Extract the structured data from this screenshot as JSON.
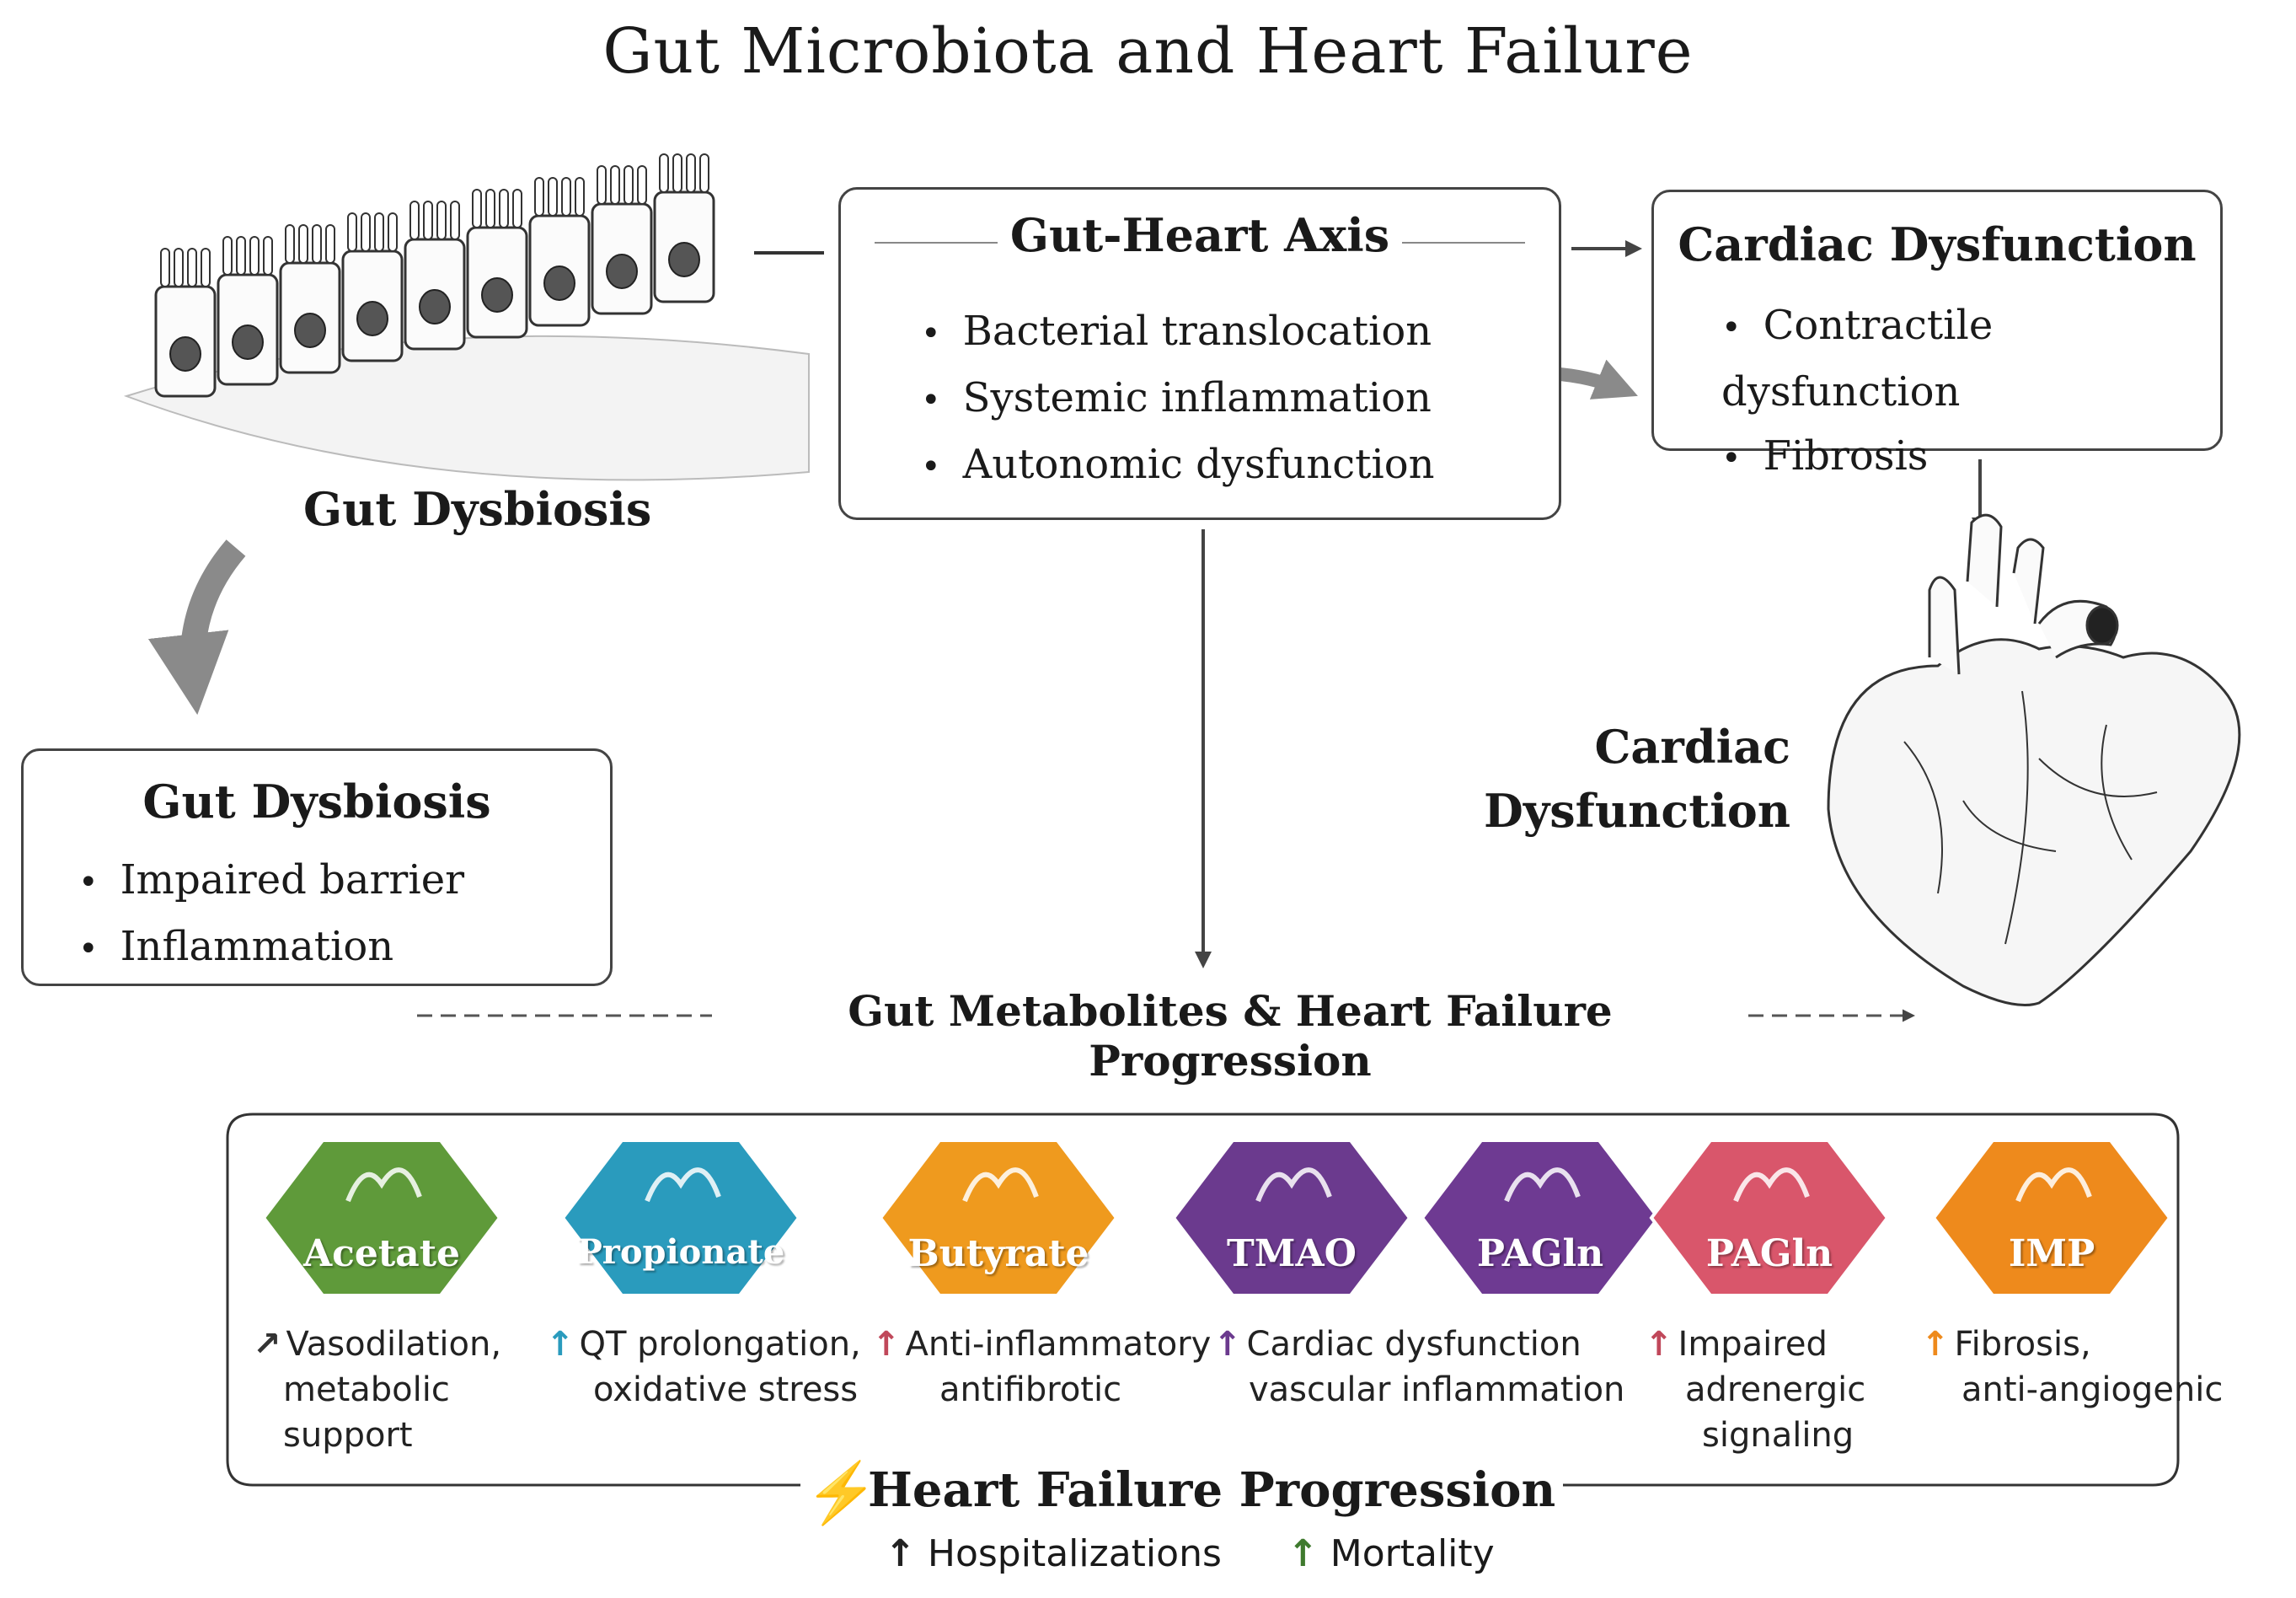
{
  "title": "Gut Microbiota and Heart Failure",
  "gut_illustration_label": "Gut Dysbiosis",
  "axis_box": {
    "title": "Gut-Heart Axis",
    "items": [
      "Bacterial translocation",
      "Systemic inflammation",
      "Autonomic dysfunction"
    ]
  },
  "cardiac_box": {
    "title": "Cardiac Dysfunction",
    "items": [
      "Contractile dysfunction",
      "Fibrosis"
    ]
  },
  "dysbiosis_box": {
    "title": "Gut Dysbiosis",
    "items": [
      "Impaired barrier",
      "Inflammation"
    ]
  },
  "heart_label_line1": "Cardiac",
  "heart_label_line2": "Dysfunction",
  "metabolites_heading": "Gut Metabolites & Heart Failure Progression",
  "metabolites": [
    {
      "name": "Acetate",
      "color": "#5f9a3a",
      "arrow_color": "#333333",
      "effect": [
        "Vasodilation,",
        "metabolic",
        "support"
      ]
    },
    {
      "name": "Propionate",
      "color": "#2a9bbd",
      "arrow_color": "#2a9bbd",
      "effect": [
        "QT prolongation,",
        "oxidative stress"
      ]
    },
    {
      "name": "Butyrate",
      "color": "#ef9a1e",
      "arrow_color": "#c0485a",
      "effect": [
        "Anti-inflammatory",
        "antifibrotic"
      ]
    },
    {
      "name": "TMAO",
      "color": "#6b3a8e",
      "arrow_color": "#6b3a8e",
      "effect": [
        "Cardiac dysfunction",
        "vascular inflammation"
      ]
    },
    {
      "name": "PAGln",
      "color": "#6e3a92",
      "arrow_color": "#6e3a92",
      "effect": []
    },
    {
      "name": "PAGln",
      "color": "#d9566b",
      "arrow_color": "#c0485a",
      "effect": [
        "Impaired",
        "adrenergic",
        "signaling"
      ]
    },
    {
      "name": "IMP",
      "color": "#ee8a1c",
      "arrow_color": "#ee8a1c",
      "effect": [
        "Fibrosis,",
        "anti-angiogenic"
      ]
    }
  ],
  "progression": {
    "title": "Heart Failure Progression",
    "hospitalizations": "Hospitalizations",
    "mortality": "Mortality",
    "hosp_arrow_color": "#222222",
    "mort_arrow_color": "#3f7a2e"
  }
}
